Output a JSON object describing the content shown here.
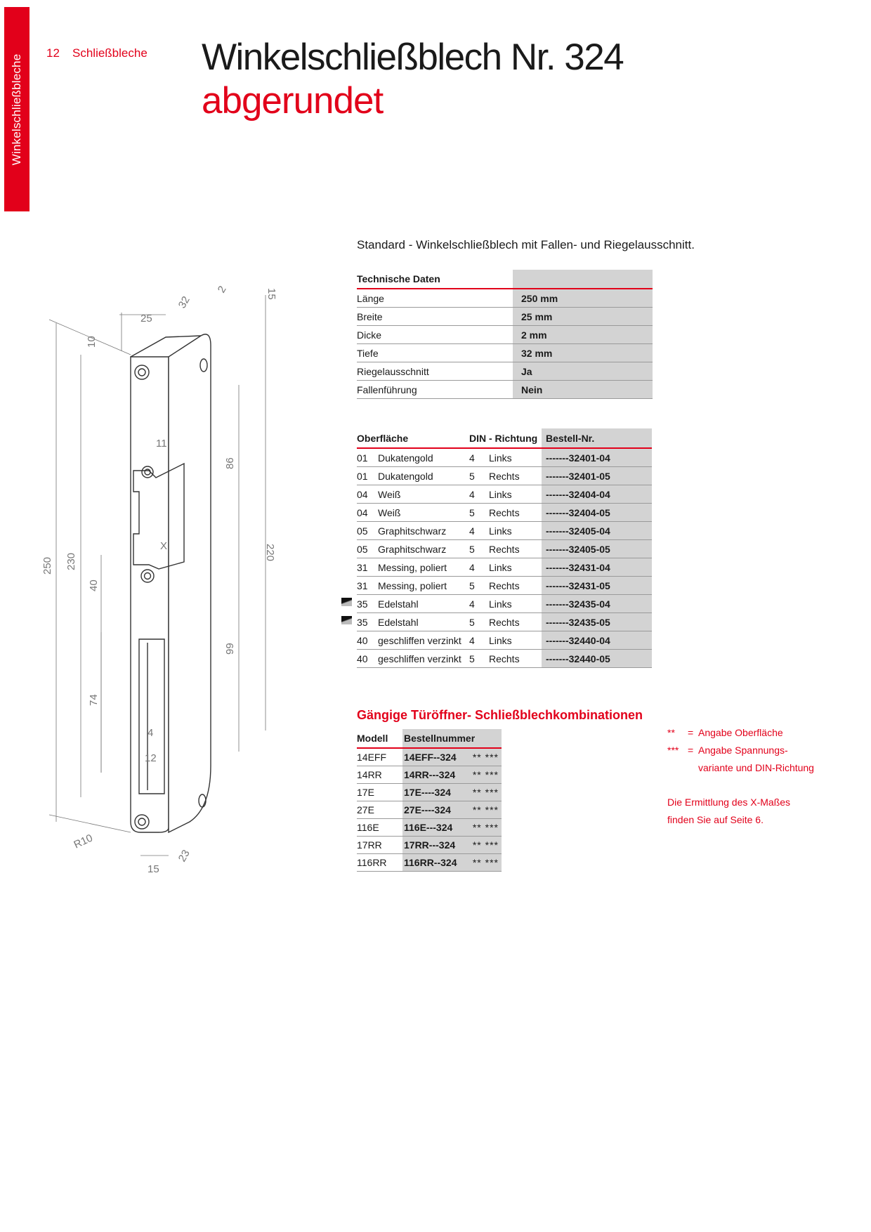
{
  "side_tab": "Winkelschließbleche",
  "header": {
    "page_number": "12",
    "section": "Schließbleche"
  },
  "title": "Winkelschließblech Nr. 324",
  "subtitle": "abgerundet",
  "intro": "Standard - Winkelschließblech mit Fallen- und Riegelausschnitt.",
  "drawing": {
    "dims": [
      "25",
      "32",
      "2",
      "15",
      "10",
      "11",
      "86",
      "X",
      "250",
      "230",
      "40",
      "220",
      "99",
      "74",
      "4",
      "12",
      "R10",
      "15",
      "23"
    ]
  },
  "tech": {
    "header": "Technische Daten",
    "rows": [
      {
        "label": "Länge",
        "value": "250 mm"
      },
      {
        "label": "Breite",
        "value": "25 mm"
      },
      {
        "label": "Dicke",
        "value": "2 mm"
      },
      {
        "label": "Tiefe",
        "value": "32 mm"
      },
      {
        "label": "Riegelausschnitt",
        "value": "Ja"
      },
      {
        "label": "Fallenführung",
        "value": "Nein"
      }
    ]
  },
  "order": {
    "headers": {
      "surface": "Oberfläche",
      "din": "DIN - Richtung",
      "nr": "Bestell-Nr."
    },
    "rows": [
      {
        "code": "01",
        "name": "Dukatengold",
        "din": "4",
        "dir": "Links",
        "nr": "-------32401-04"
      },
      {
        "code": "01",
        "name": "Dukatengold",
        "din": "5",
        "dir": "Rechts",
        "nr": "-------32401-05"
      },
      {
        "code": "04",
        "name": "Weiß",
        "din": "4",
        "dir": "Links",
        "nr": "-------32404-04"
      },
      {
        "code": "04",
        "name": "Weiß",
        "din": "5",
        "dir": "Rechts",
        "nr": "-------32404-05"
      },
      {
        "code": "05",
        "name": "Graphitschwarz",
        "din": "4",
        "dir": "Links",
        "nr": "-------32405-04"
      },
      {
        "code": "05",
        "name": "Graphitschwarz",
        "din": "5",
        "dir": "Rechts",
        "nr": "-------32405-05"
      },
      {
        "code": "31",
        "name": "Messing, poliert",
        "din": "4",
        "dir": "Links",
        "nr": "-------32431-04"
      },
      {
        "code": "31",
        "name": "Messing, poliert",
        "din": "5",
        "dir": "Rechts",
        "nr": "-------32431-05"
      },
      {
        "code": "35",
        "name": "Edelstahl",
        "din": "4",
        "dir": "Links",
        "nr": "-------32435-04"
      },
      {
        "code": "35",
        "name": "Edelstahl",
        "din": "5",
        "dir": "Rechts",
        "nr": "-------32435-05"
      },
      {
        "code": "40",
        "name": "geschliffen verzinkt",
        "din": "4",
        "dir": "Links",
        "nr": "-------32440-04"
      },
      {
        "code": "40",
        "name": "geschliffen verzinkt",
        "din": "5",
        "dir": "Rechts",
        "nr": "-------32440-05"
      }
    ]
  },
  "combos": {
    "title": "Gängige Türöffner- Schließblechkombinationen",
    "headers": {
      "model": "Modell",
      "nr": "Bestellnummer"
    },
    "suffix": "** ***",
    "rows": [
      {
        "model": "14EFF",
        "nr": "14EFF--324"
      },
      {
        "model": "14RR",
        "nr": "14RR---324"
      },
      {
        "model": "17E",
        "nr": "17E----324"
      },
      {
        "model": "27E",
        "nr": "27E----324"
      },
      {
        "model": "116E",
        "nr": "116E---324"
      },
      {
        "model": "17RR",
        "nr": "17RR---324"
      },
      {
        "model": "116RR",
        "nr": "116RR--324"
      }
    ]
  },
  "notes": {
    "n1_key": "**",
    "n1_eq": "=",
    "n1_text": "Angabe Oberfläche",
    "n2_key": "***",
    "n2_eq": "=",
    "n2_text": "Angabe Spannungs-",
    "n2_text2": "variante und DIN-Richtung",
    "x_line1": "Die Ermittlung des X-Maßes",
    "x_line2": "finden Sie auf Seite 6."
  },
  "colors": {
    "accent": "#e2001a",
    "table_fill": "#d3d3d3"
  }
}
